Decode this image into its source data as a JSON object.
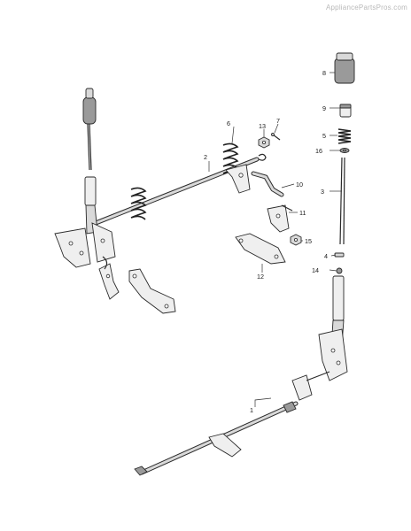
{
  "watermark": "AppliancePartsPros.com",
  "callouts": [
    {
      "label": "1"
    },
    {
      "label": "2"
    },
    {
      "label": "3"
    },
    {
      "label": "4"
    },
    {
      "label": "5"
    },
    {
      "label": "6"
    },
    {
      "label": "7"
    },
    {
      "label": "8"
    },
    {
      "label": "9"
    },
    {
      "label": "10"
    },
    {
      "label": "11"
    },
    {
      "label": "12"
    },
    {
      "label": "13"
    },
    {
      "label": "14"
    },
    {
      "label": "15"
    },
    {
      "label": "16"
    }
  ]
}
